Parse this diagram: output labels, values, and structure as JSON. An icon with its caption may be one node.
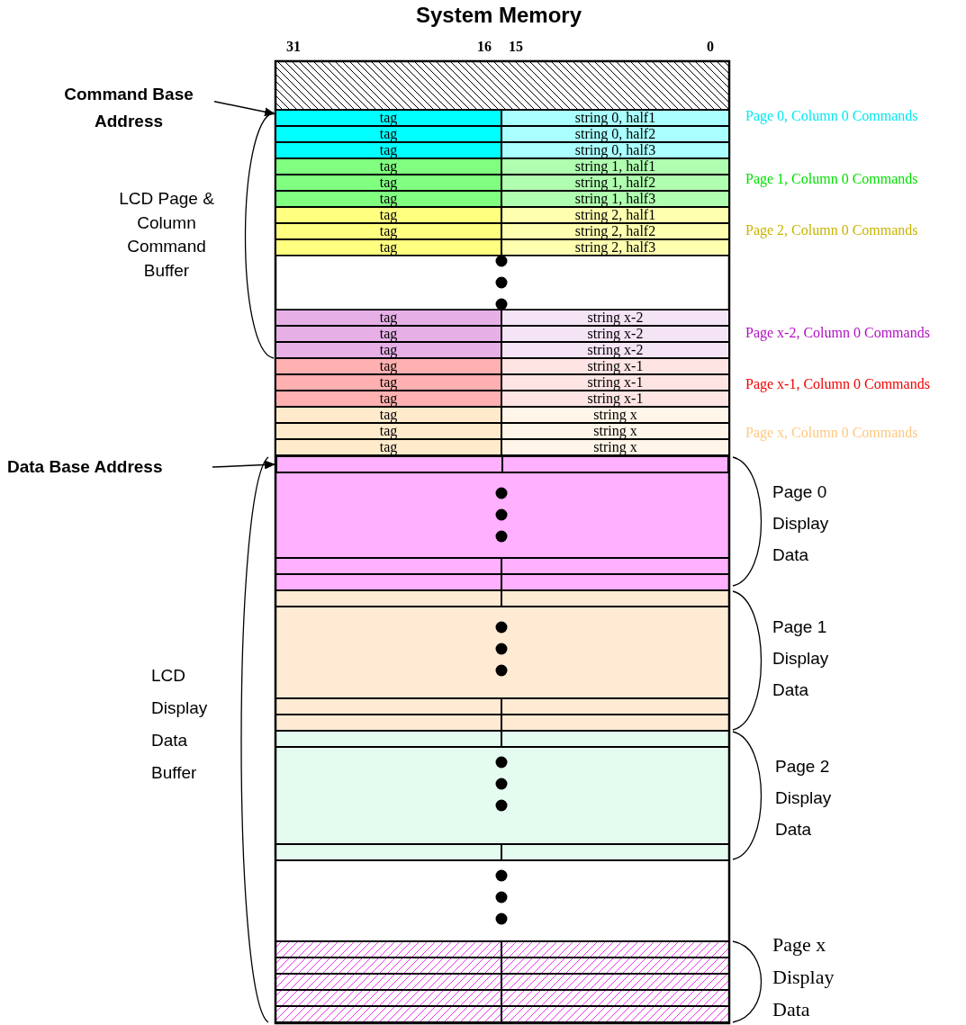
{
  "diagram": {
    "title": "System Memory",
    "nodes": [
      {
        "text": [
          "Command Base Address"
        ]
      },
      {
        "text": [
          "Data Base Address"
        ]
      },
      {
        "text": [
          "tag"
        ]
      },
      {
        "text": [
          "string 0, half1"
        ]
      },
      {
        "text": [
          "tag"
        ]
      },
      {
        "text": [
          "string 0, half2"
        ]
      },
      {
        "text": [
          "tag"
        ]
      },
      {
        "text": [
          "string 0, half3"
        ]
      },
      {
        "text": [
          "tag"
        ]
      },
      {
        "text": [
          "string 1, half1"
        ]
      },
      {
        "text": [
          "tag"
        ]
      },
      {
        "text": [
          "string 1, half2"
        ]
      },
      {
        "text": [
          "tag"
        ]
      },
      {
        "text": [
          "string 1, half3"
        ]
      },
      {
        "text": [
          "tag"
        ]
      },
      {
        "text": [
          "string 2, half1"
        ]
      },
      {
        "text": [
          "tag"
        ]
      },
      {
        "text": [
          "string 2, half2"
        ]
      },
      {
        "text": [
          "tag"
        ]
      },
      {
        "text": [
          "string 2, half3"
        ]
      },
      {
        "text": [
          "tag"
        ]
      },
      {
        "text": [
          "string x-2"
        ]
      },
      {
        "text": [
          "tag"
        ]
      },
      {
        "text": [
          "string x-2"
        ]
      },
      {
        "text": [
          "tag"
        ]
      },
      {
        "text": [
          "string x-2"
        ]
      },
      {
        "text": [
          "tag"
        ]
      },
      {
        "text": [
          "string x-1"
        ]
      },
      {
        "text": [
          "tag"
        ]
      },
      {
        "text": [
          "string x-1"
        ]
      },
      {
        "text": [
          "tag"
        ]
      },
      {
        "text": [
          "string x-1"
        ]
      },
      {
        "text": [
          "tag"
        ]
      },
      {
        "text": [
          "string x"
        ]
      },
      {
        "text": [
          "tag"
        ]
      },
      {
        "text": [
          "string x"
        ]
      },
      {
        "text": [
          "tag"
        ]
      },
      {
        "text": [
          "string x"
        ]
      },
      {
        "text": [],
        "shape": "box"
      }
    ],
    "edges": [
      {
        "from": 0,
        "to": 2,
        "arrow": "to"
      },
      {
        "from": 1,
        "to": 38,
        "arrow": "to"
      }
    ],
    "labels": [
      "31",
      "16",
      "15",
      "0",
      "Page 0, Column 0 Commands",
      "Page 1, Column 0 Commands",
      "Page 2, Column 0 Commands",
      "LCD Page & Column Command Buffer",
      "Page x-2, Column 0 Commands",
      "Page x-1, Column 0 Commands",
      "Page x, Column 0 Commands",
      "Page 0 Display Data",
      "Page 1 Display Data",
      "LCD Display Data Buffer",
      "Page 2 Display Data",
      "Page x Display Data"
    ]
  }
}
